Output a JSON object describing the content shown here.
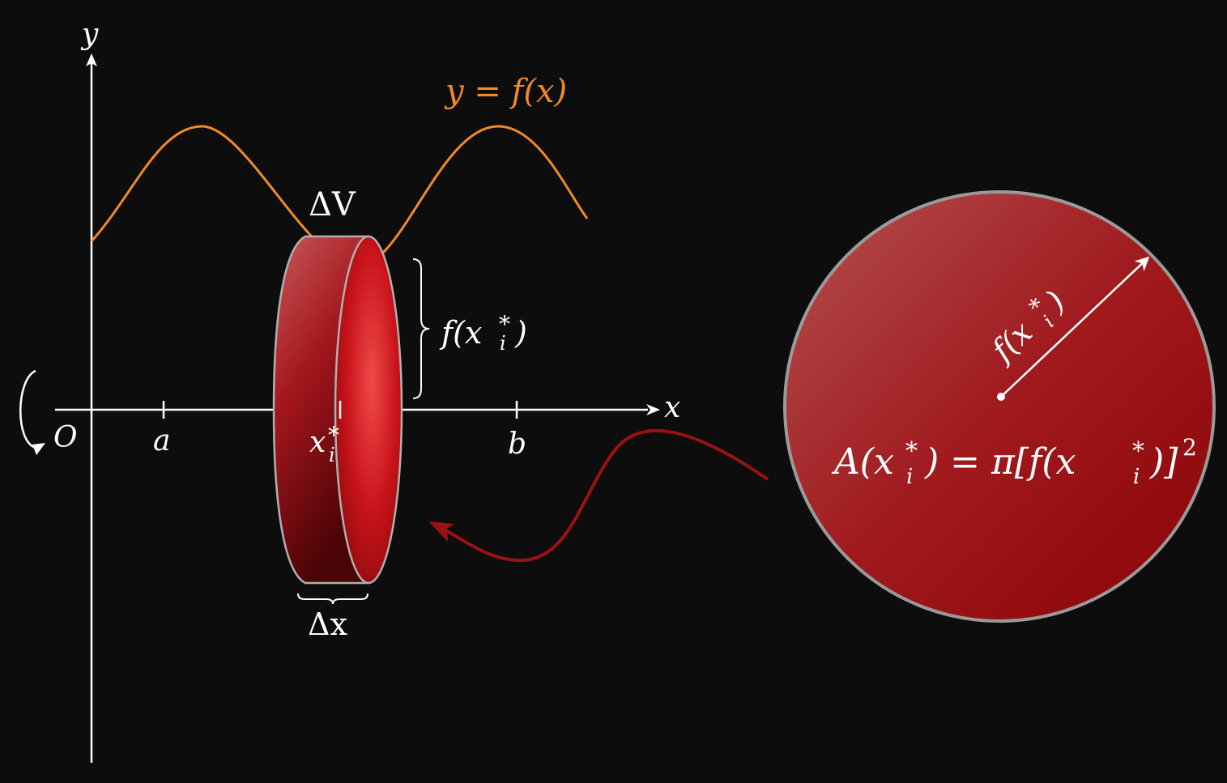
{
  "labels": {
    "y_axis": "y",
    "x_axis": "x",
    "origin": "O",
    "a": "a",
    "xi_base": "x",
    "xi_sup": "*",
    "xi_sub": "i",
    "b": "b",
    "curve": "y = f(x)",
    "delta_v": "ΔV",
    "delta_x": "Δx",
    "height_prefix": "f(x",
    "height_sup": "*",
    "height_sub": "i",
    "height_suffix": ")",
    "radius_prefix": "f(x",
    "radius_sup": "*",
    "radius_sub": "i",
    "radius_suffix": ")",
    "area_p1": "A(x",
    "area_sup1": "*",
    "area_sub1": "i",
    "area_p2": ") = π[f(x",
    "area_sup2": "*",
    "area_sub2": "i",
    "area_p3": ")]",
    "area_exp": "2"
  },
  "colors": {
    "background": "#0d0d0d",
    "axis": "#ffffff",
    "curve": "#f0892a",
    "disk": "#b01218",
    "arrow": "#9b1114"
  }
}
